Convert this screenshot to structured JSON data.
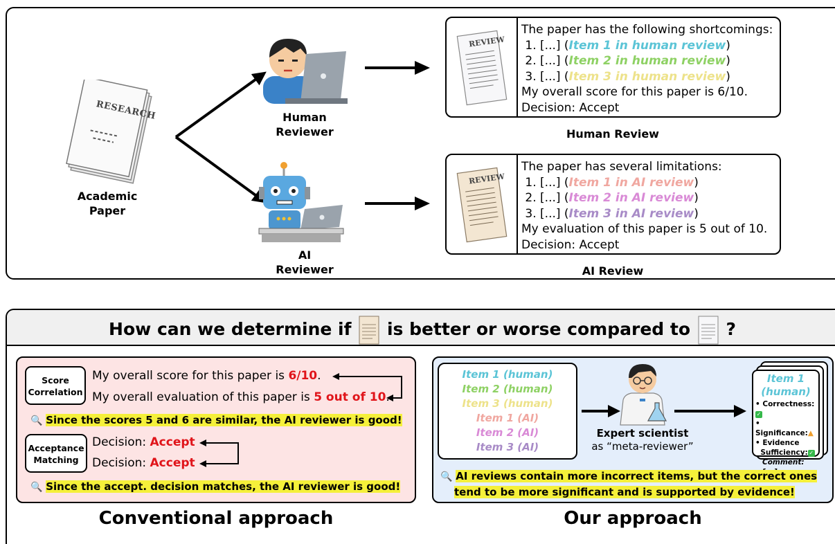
{
  "top": {
    "paper_label": [
      "Academic",
      "Paper"
    ],
    "paper_stamp": "RESEARCH",
    "paper_icon": "document-icon",
    "human_label": [
      "Human",
      "Reviewer"
    ],
    "ai_label": [
      "AI",
      "Reviewer"
    ],
    "human_review": {
      "stamp": "REVIEW",
      "intro": "The paper has the following shortcomings:",
      "items": [
        {
          "prefix": "1. [...] (",
          "item": "Item 1 in human review",
          "suffix": ")",
          "color": "#5bc4d6"
        },
        {
          "prefix": "2. [...] (",
          "item": "Item 2 in human review",
          "suffix": ")",
          "color": "#8ed164"
        },
        {
          "prefix": "3. [...] (",
          "item": "Item 3 in human review",
          "suffix": ")",
          "color": "#ede28a"
        }
      ],
      "score": "My overall score for this paper is 6/10.",
      "decision": "Decision: Accept",
      "caption": "Human Review"
    },
    "ai_review": {
      "stamp": "REVIEW",
      "intro": "The paper has several limitations:",
      "items": [
        {
          "prefix": "1. [...] (",
          "item": "Item 1 in AI review",
          "suffix": ")",
          "color": "#f0a7a0"
        },
        {
          "prefix": "2. [...] (",
          "item": "Item 2 in AI review",
          "suffix": ")",
          "color": "#d98ad6"
        },
        {
          "prefix": "3. [...] (",
          "item": "Item 3 in AI review",
          "suffix": ")",
          "color": "#a88bc7"
        }
      ],
      "score": "My evaluation of this paper is 5 out of 10.",
      "decision": "Decision: Accept",
      "caption": "AI Review"
    }
  },
  "question": {
    "part1": "How can we determine if",
    "part2": "is better or worse compared to",
    "part3": "?"
  },
  "conventional": {
    "score_box": [
      "Score",
      "Correlation"
    ],
    "line1_pre": "My overall score for this paper is ",
    "line1_val": "6/10",
    "line1_post": ".",
    "line2_pre": "My overall evaluation of this paper is ",
    "line2_val": "5 out of 10",
    "line2_post": ".",
    "conclusion1": "Since the scores 5 and 6 are similar, the AI reviewer is good!",
    "accept_box": [
      "Acceptance",
      "Matching"
    ],
    "decision_pre": "Decision: ",
    "decision_val": "Accept",
    "conclusion2": "Since the accept. decision matches, the AI reviewer is good!",
    "caption": "Conventional approach",
    "magnifier_icon": "magnifier-icon"
  },
  "ours": {
    "items": [
      {
        "label": "Item 1 (human)",
        "color": "#5bc4d6"
      },
      {
        "label": "Item 2 (human)",
        "color": "#8ed164"
      },
      {
        "label": "Item 3 (human)",
        "color": "#ede28a"
      },
      {
        "label": "Item 1 (AI)",
        "color": "#f0a7a0"
      },
      {
        "label": "Item 2 (AI)",
        "color": "#d98ad6"
      },
      {
        "label": "Item 3 (AI)",
        "color": "#a88bc7"
      }
    ],
    "scientist_label": [
      "Expert scientist",
      "as “meta-reviewer”"
    ],
    "card_title": [
      "Item 1",
      "(human)"
    ],
    "card_bullets": [
      "Correctness:",
      "Significance:",
      "Evidence",
      "Sufficiency:"
    ],
    "card_comment": "Comment: [...]",
    "conclusion": [
      "AI reviews contain more incorrect items, but the correct ones",
      "tend to be more significant and is supported by evidence!"
    ],
    "caption": "Our approach"
  },
  "colors": {
    "conventional_bg": "#fde4e4",
    "ours_bg": "#e4eefb",
    "highlight": "#f5f03a",
    "accent_red": "#e0141a",
    "check_green": "#35b84a"
  }
}
